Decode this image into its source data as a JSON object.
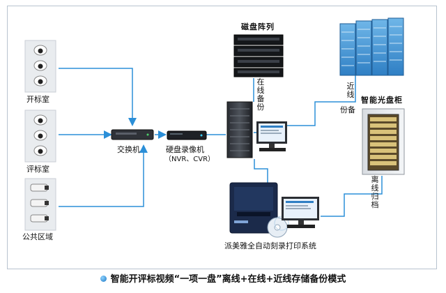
{
  "nodes": {
    "kaibiao": "开标室",
    "pingbiao": "评标室",
    "gonggong": "公共区域",
    "switch": "交换机",
    "nvr": "硬盘录像机",
    "nvr_sub": "（NVR、CVR）",
    "disk_array": "磁盘阵列",
    "optical_cabinet": "智能光盘柜",
    "publisher": "派美雅全自动刻录打印系统"
  },
  "edges": {
    "online_backup": "在线备份",
    "nearline_backup_a": "近线",
    "nearline_backup_b": "份备",
    "offline_archive": "离线归档"
  },
  "footer": {
    "title": "智能开评标视频“一项一盘”离线+在线+近线存储备份模式"
  },
  "colors": {
    "line": "#2b8fd8",
    "frame": "#b7c3cf",
    "bullet": "#1a76c2"
  }
}
